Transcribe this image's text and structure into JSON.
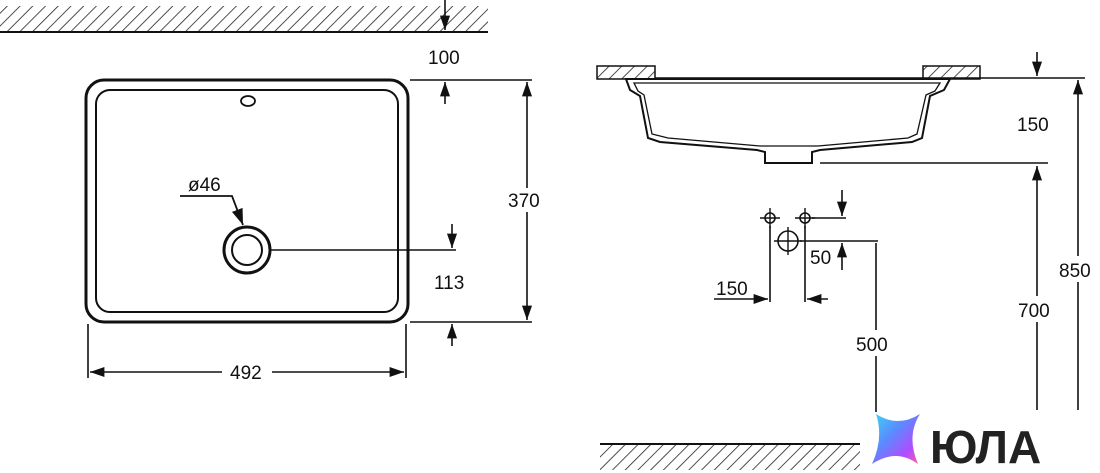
{
  "top_view": {
    "dim_top_gap": "100",
    "dim_depth": "370",
    "dim_drain_offset": "113",
    "dim_width": "492",
    "dim_drain_diameter": "ø46"
  },
  "side_view": {
    "dim_bowl_depth": "150",
    "dim_counter_height": "850",
    "dim_bottom_height": "700",
    "dim_valve_spacing": "150",
    "dim_valve_offset": "50",
    "dim_drain_height": "500"
  },
  "logo": {
    "text": "ЮЛА",
    "colors": [
      "#3fd6f0",
      "#5a8bff",
      "#b04cff",
      "#ff5fa0"
    ]
  }
}
